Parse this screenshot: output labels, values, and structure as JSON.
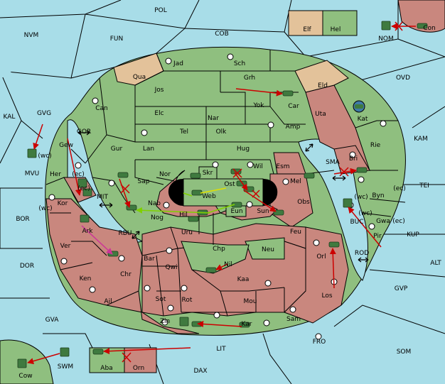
{
  "colors": {
    "sea": "#a8dde8",
    "land_neutral": "#8fbf7f",
    "land_red": "#c9877e",
    "land_tan": "#e3c29a",
    "order_move": "#cc0000",
    "order_support": "#7fd000",
    "order_support_b": "#cc3399",
    "unit_fill": "#3f7a3f"
  },
  "map": {
    "labels": {
      "POL": "POL",
      "NVM": "NVM",
      "FUN": "FUN",
      "COB": "COB",
      "Elf": "Elf",
      "Hel": "Hel",
      "NOM": "NOM",
      "Con": "Con",
      "Jad": "Jad",
      "Sch": "Sch",
      "Qua": "Qua",
      "Grh": "Grh",
      "Jos": "Jos",
      "Eld": "Eld",
      "OVD": "OVD",
      "KAL": "KAL",
      "GVG": "GVG",
      "Can": "Can",
      "Elc": "Elc",
      "Nar": "Nar",
      "Yok": "Yok",
      "Car": "Car",
      "Uta": "Uta",
      "Kat": "Kat",
      "Tel": "Tel",
      "Olk": "Olk",
      "Amp": "Amp",
      "KAM": "KAM",
      "GOR": "GOR",
      "Gur": "Gur",
      "Lan": "Lan",
      "Hug": "Hug",
      "Rie": "Rie",
      "MVU": "MVU",
      "Gew": "Gew",
      "Nor": "Nor",
      "Skr": "Skr",
      "Wil": "Wil",
      "Esm": "Esm",
      "SMA": "SMA",
      "Bri": "Bri",
      "Her": "Her",
      "Sap": "Sap",
      "Web": "Web",
      "Ost": "Ost",
      "Mel": "Mel",
      "Byn": "Byn",
      "TEI": "TEI",
      "MIT": "MIT",
      "Kor": "Kor",
      "Nab": "Nab",
      "Eun": "Eun",
      "Obs": "Obs",
      "Sun": "Sun",
      "BOR": "BOR",
      "Hil": "Hil",
      "Nog": "Nog",
      "BUC": "BUC",
      "Gwa": "Gwa",
      "KUP": "KUP",
      "Ark": "Ark",
      "RBU": "RBU",
      "Uru": "Uru",
      "Feu": "Feu",
      "Pir": "Pir",
      "Ver": "Ver",
      "Chp": "Chp",
      "Neu": "Neu",
      "Orl": "Orl",
      "ROD": "ROD",
      "ALT": "ALT",
      "DOR": "DOR",
      "Bar": "Bar",
      "Qwi": "Qwi",
      "Nil": "Nil",
      "Ken": "Ken",
      "Chr": "Chr",
      "Kaa": "Kaa",
      "GVP": "GVP",
      "Ail": "Ail",
      "Sot": "Sot",
      "Rot": "Rot",
      "Mou": "Mou",
      "Los": "Los",
      "GVA": "GVA",
      "Zin": "Zin",
      "Kar": "Kar",
      "Sam": "Sam",
      "FRO": "FRO",
      "LIT": "LIT",
      "SOM": "SOM",
      "SWM": "SWM",
      "Aba": "Aba",
      "Orn": "Orn",
      "DAX": "DAX",
      "Cow": "Cow",
      "wc": "(wc)",
      "ec": "(ec)"
    }
  }
}
